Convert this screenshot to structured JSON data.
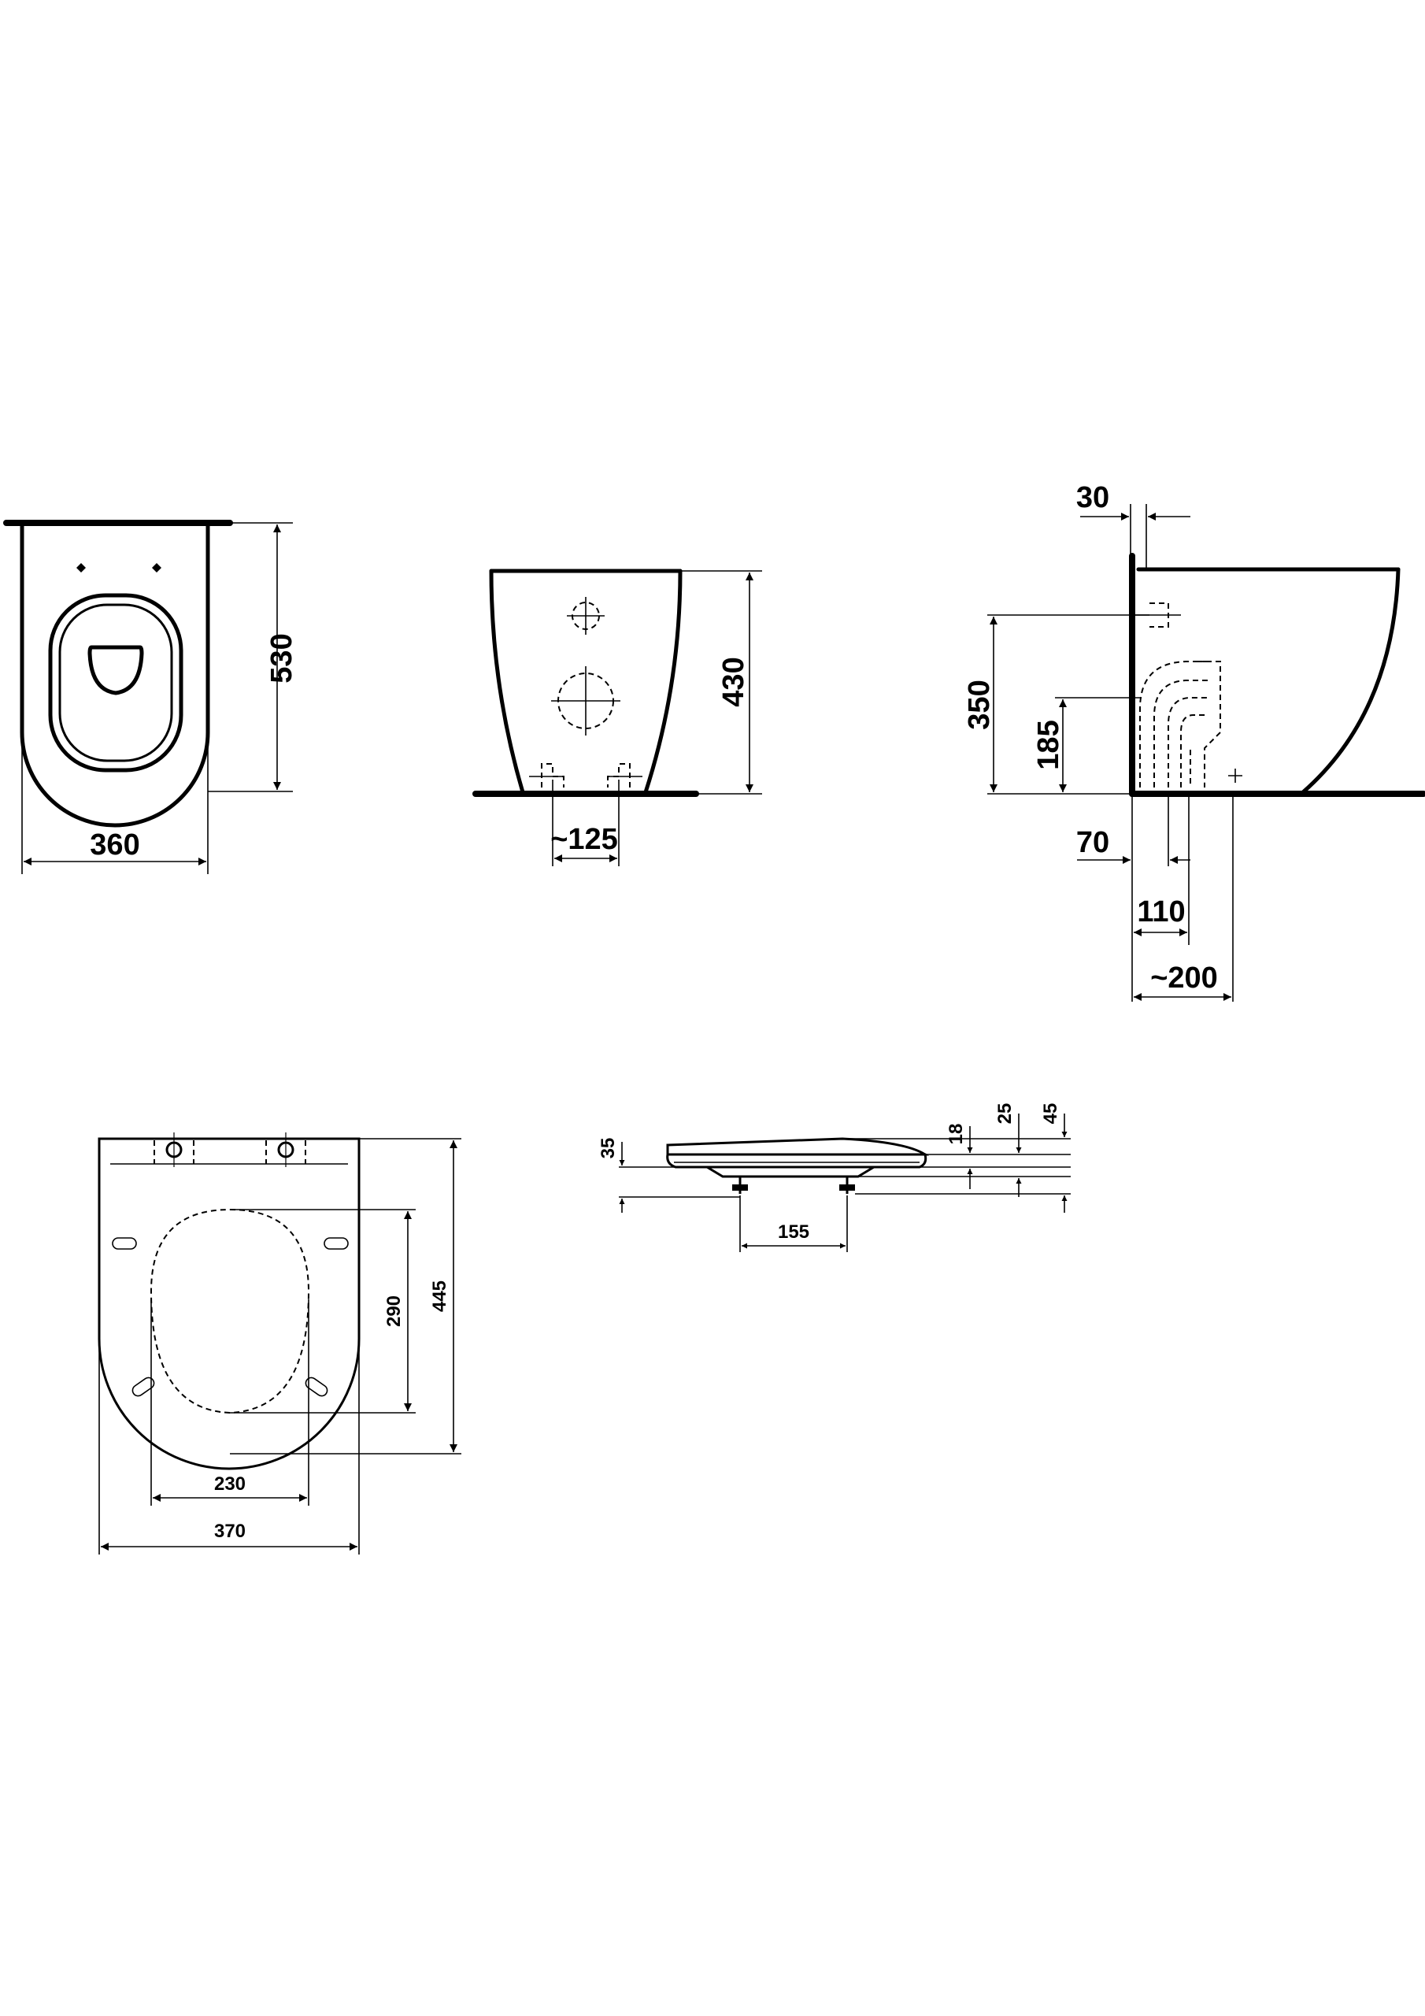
{
  "views": {
    "top": {
      "depth": "530",
      "width": "360"
    },
    "front": {
      "height": "430",
      "fixing_distance": "~125"
    },
    "side": {
      "wall_gap": "30",
      "inlet_height": "350",
      "outlet_height": "185",
      "outlet_offset": "70",
      "outlet_depth": "110",
      "connection_depth": "~200"
    },
    "seat_top": {
      "opening_depth": "290",
      "total_depth": "445",
      "opening_width": "230",
      "total_width": "370"
    },
    "seat_side": {
      "bolt_height": "35",
      "seat_thickness": "18",
      "lid_height": "25",
      "total_height": "45",
      "bolt_spacing": "155"
    }
  }
}
